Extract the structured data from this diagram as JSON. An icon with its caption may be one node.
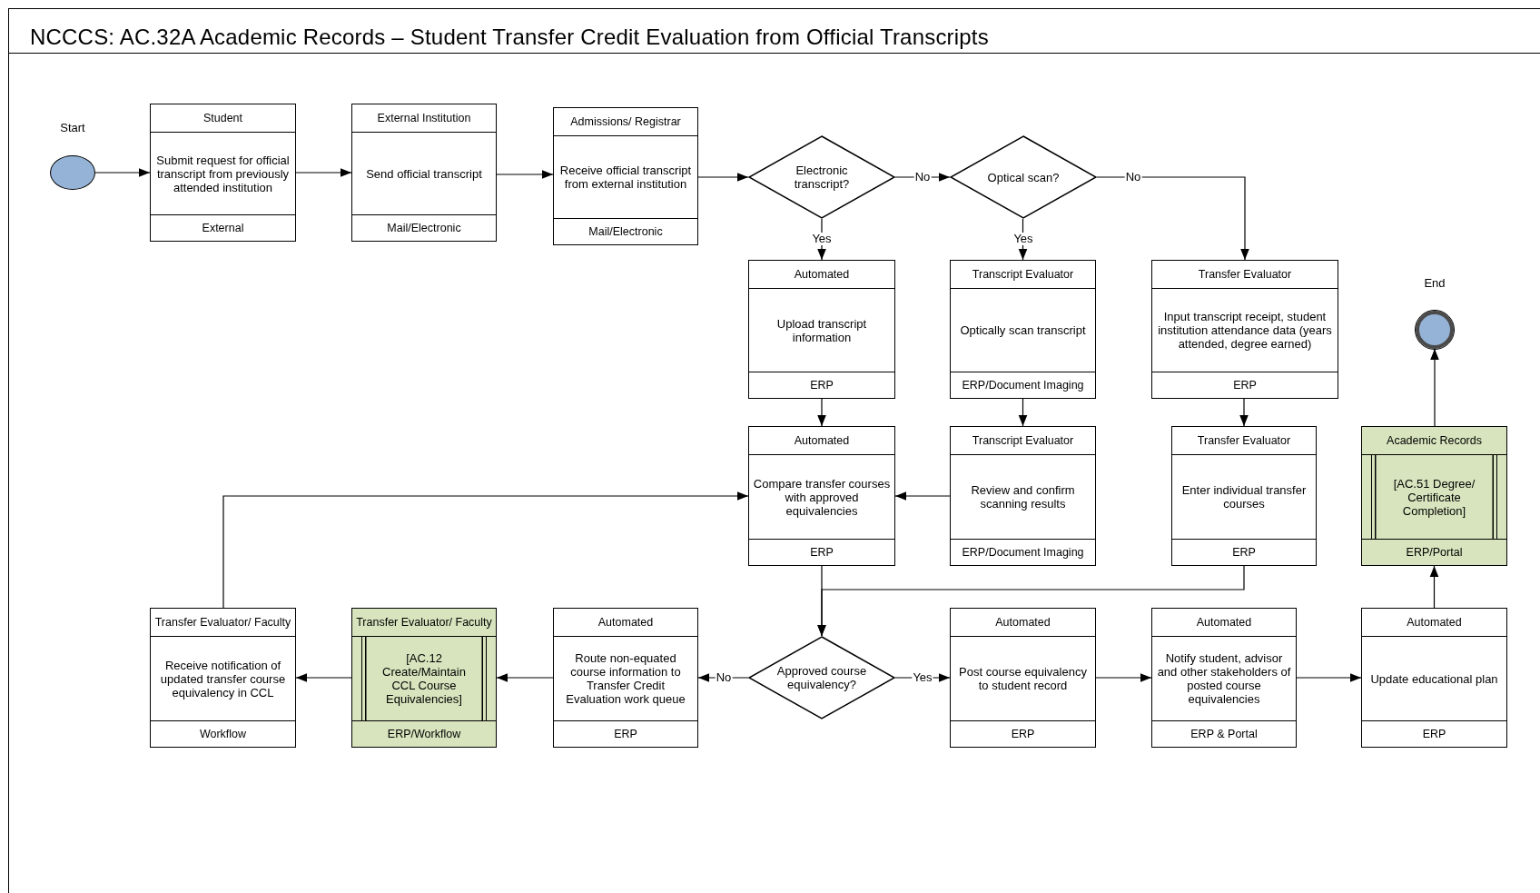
{
  "diagram": {
    "title": "NCCCS: AC.32A Academic Records – Student Transfer Credit Evaluation from Official Transcripts",
    "nodes": [
      {
        "text": [],
        "shape": "circle",
        "beside": [
          "Start"
        ]
      },
      {
        "text": [
          "Student",
          "Submit request for official transcript from previously attended institution",
          "External"
        ]
      },
      {
        "text": [
          "External Institution",
          "Send official transcript",
          "Mail/Electronic"
        ]
      },
      {
        "text": [
          "Admissions/ Registrar",
          "Receive official transcript from external institution",
          "Mail/Electronic"
        ]
      },
      {
        "text": [
          "Electronic transcript?"
        ]
      },
      {
        "text": [
          "Optical scan?"
        ]
      },
      {
        "text": [
          "Automated",
          "Upload transcript information",
          "ERP"
        ]
      },
      {
        "text": [
          "Transcript Evaluator",
          "Optically scan transcript",
          "ERP/Document Imaging"
        ]
      },
      {
        "text": [
          "Transfer Evaluator",
          "Input transcript receipt, student institution attendance data (years attended, degree earned)",
          "ERP"
        ]
      },
      {
        "text": [],
        "shape": "circle",
        "beside": [
          "End"
        ]
      },
      {
        "text": [
          "Automated",
          "Compare transfer courses with approved equivalencies",
          "ERP"
        ]
      },
      {
        "text": [
          "Transcript Evaluator",
          "Review and confirm scanning results",
          "ERP/Document Imaging"
        ]
      },
      {
        "text": [
          "Transfer Evaluator",
          "Enter individual transfer courses",
          "ERP"
        ]
      },
      {
        "text": [
          "Academic Records",
          "[AC.51 Degree/ Certificate Completion]",
          "ERP/Portal"
        ]
      },
      {
        "text": [
          "Transfer Evaluator/ Faculty",
          "Receive notification of updated transfer course equivalency in CCL",
          "Workflow"
        ]
      },
      {
        "text": [
          "Transfer Evaluator/ Faculty",
          "[AC.12 Create/Maintain CCL Course Equivalencies]",
          "ERP/Workflow"
        ]
      },
      {
        "text": [
          "Automated",
          "Route non-equated course information to Transfer Credit Evaluation work queue",
          "ERP"
        ]
      },
      {
        "text": [
          "Approved course equivalency?"
        ]
      },
      {
        "text": [
          "Automated",
          "Post course equivalency to student record",
          "ERP"
        ]
      },
      {
        "text": [
          "Automated",
          "Notify student, advisor and other stakeholders of posted course equivalencies",
          "ERP & Portal"
        ]
      },
      {
        "text": [
          "Automated",
          "Update educational plan",
          "ERP"
        ]
      }
    ],
    "edges": [
      {
        "from": 0,
        "to": 1,
        "arrow": "to"
      },
      {
        "from": 1,
        "to": 2,
        "arrow": "to"
      },
      {
        "from": 2,
        "to": 3,
        "arrow": "to"
      },
      {
        "from": 3,
        "to": 4,
        "arrow": "to"
      },
      {
        "from": 4,
        "to": 5,
        "arrow": "to",
        "label": "No"
      },
      {
        "from": 4,
        "to": 6,
        "arrow": "to",
        "label": "Yes"
      },
      {
        "from": 5,
        "to": 7,
        "arrow": "to",
        "label": "Yes"
      },
      {
        "from": 5,
        "to": 8,
        "arrow": "to",
        "label": "No"
      },
      {
        "from": 6,
        "to": 10,
        "arrow": "to"
      },
      {
        "from": 7,
        "to": 11,
        "arrow": "to"
      },
      {
        "from": 8,
        "to": 12,
        "arrow": "to"
      },
      {
        "from": 11,
        "to": 10,
        "arrow": "to"
      },
      {
        "from": 10,
        "to": 17,
        "arrow": "to"
      },
      {
        "from": 12,
        "to": 17,
        "arrow": "to"
      },
      {
        "from": 17,
        "to": 16,
        "arrow": "to",
        "label": "No"
      },
      {
        "from": 17,
        "to": 18,
        "arrow": "to",
        "label": "Yes"
      },
      {
        "from": 16,
        "to": 15,
        "arrow": "to"
      },
      {
        "from": 15,
        "to": 14,
        "arrow": "to"
      },
      {
        "from": 14,
        "to": 10,
        "arrow": "to"
      },
      {
        "from": 18,
        "to": 19,
        "arrow": "to"
      },
      {
        "from": 19,
        "to": 20,
        "arrow": "to"
      },
      {
        "from": 20,
        "to": 13,
        "arrow": "to"
      },
      {
        "from": 13,
        "to": 9,
        "arrow": "to"
      }
    ]
  }
}
